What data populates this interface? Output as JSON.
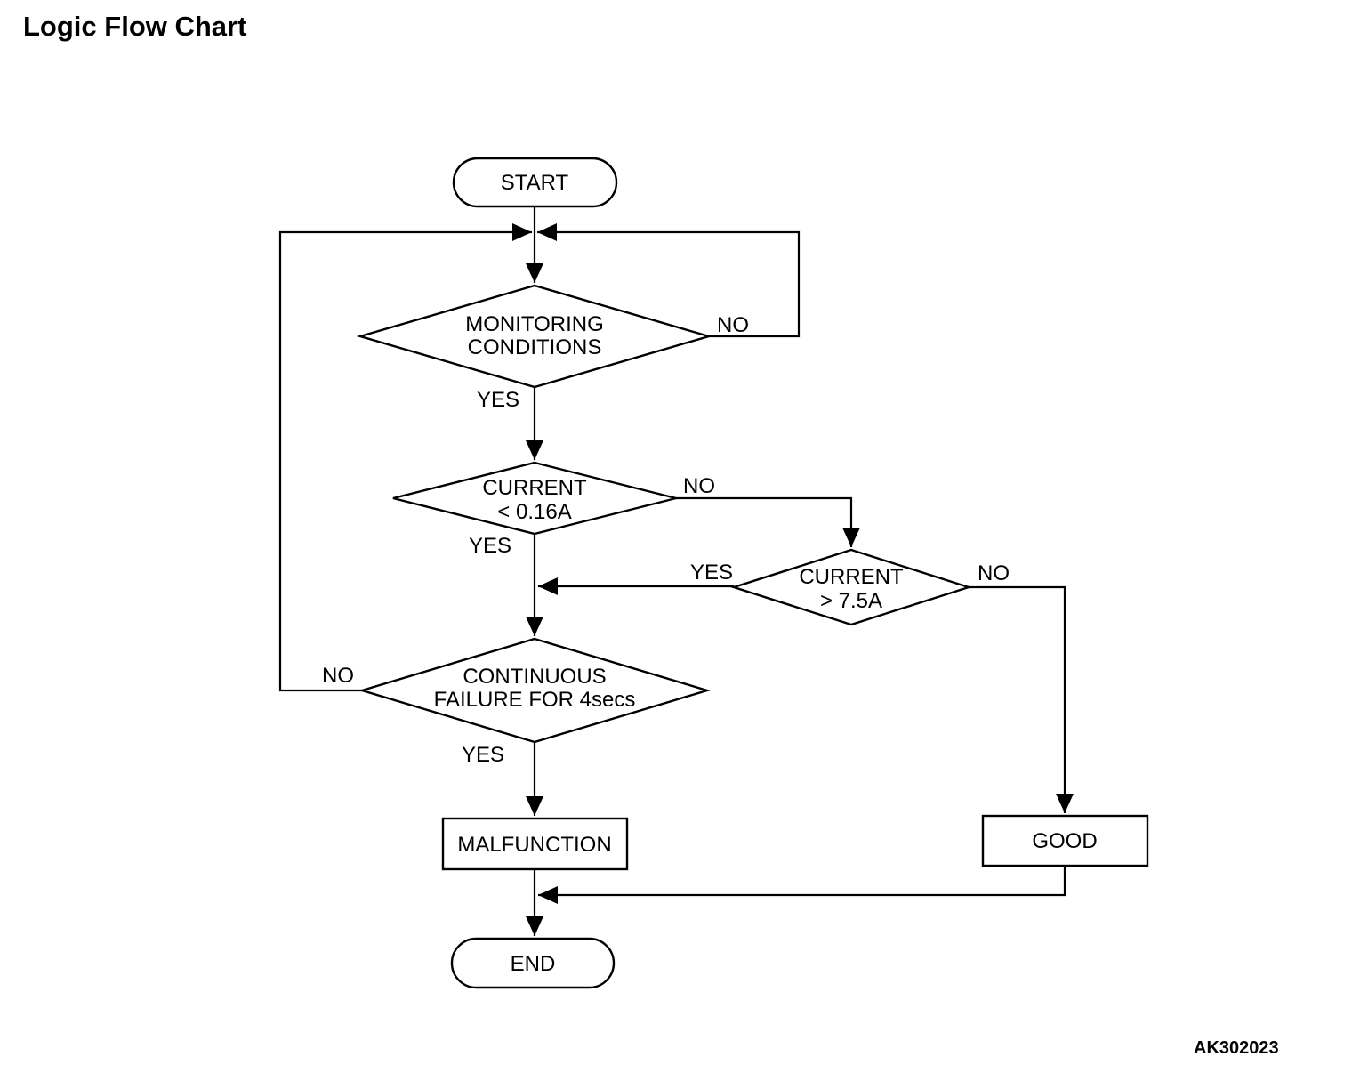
{
  "page": {
    "title": "Logic Flow Chart",
    "figure_code": "AK302023",
    "background_color": "#ffffff",
    "line_color": "#000000"
  },
  "diagram_type": "flowchart",
  "nodes": {
    "start": {
      "type": "terminator",
      "label": "START"
    },
    "monitoring": {
      "type": "decision",
      "line1": "MONITORING",
      "line2": "CONDITIONS"
    },
    "current_low": {
      "type": "decision",
      "line1": "CURRENT",
      "line2": "< 0.16A"
    },
    "current_high": {
      "type": "decision",
      "line1": "CURRENT",
      "line2": "> 7.5A"
    },
    "continuous": {
      "type": "decision",
      "line1": "CONTINUOUS",
      "line2": "FAILURE FOR 4secs"
    },
    "malfunction": {
      "type": "process",
      "label": "MALFUNCTION"
    },
    "good": {
      "type": "process",
      "label": "GOOD"
    },
    "end": {
      "type": "terminator",
      "label": "END"
    }
  },
  "edge_labels": {
    "monitoring_yes": "YES",
    "monitoring_no": "NO",
    "current_low_yes": "YES",
    "current_low_no": "NO",
    "current_high_yes": "YES",
    "current_high_no": "NO",
    "continuous_yes": "YES",
    "continuous_no": "NO"
  },
  "flow": [
    "START -> MONITORING CONDITIONS",
    "MONITORING CONDITIONS -NO-> loop back to start junction",
    "MONITORING CONDITIONS -YES-> CURRENT < 0.16A",
    "CURRENT < 0.16A -NO-> CURRENT > 7.5A",
    "CURRENT < 0.16A -YES-> CONTINUOUS FAILURE FOR 4secs",
    "CURRENT > 7.5A -YES-> CONTINUOUS FAILURE FOR 4secs",
    "CURRENT > 7.5A -NO-> GOOD",
    "CONTINUOUS FAILURE FOR 4secs -NO-> loop back to start junction",
    "CONTINUOUS FAILURE FOR 4secs -YES-> MALFUNCTION",
    "MALFUNCTION -> END",
    "GOOD -> END"
  ]
}
